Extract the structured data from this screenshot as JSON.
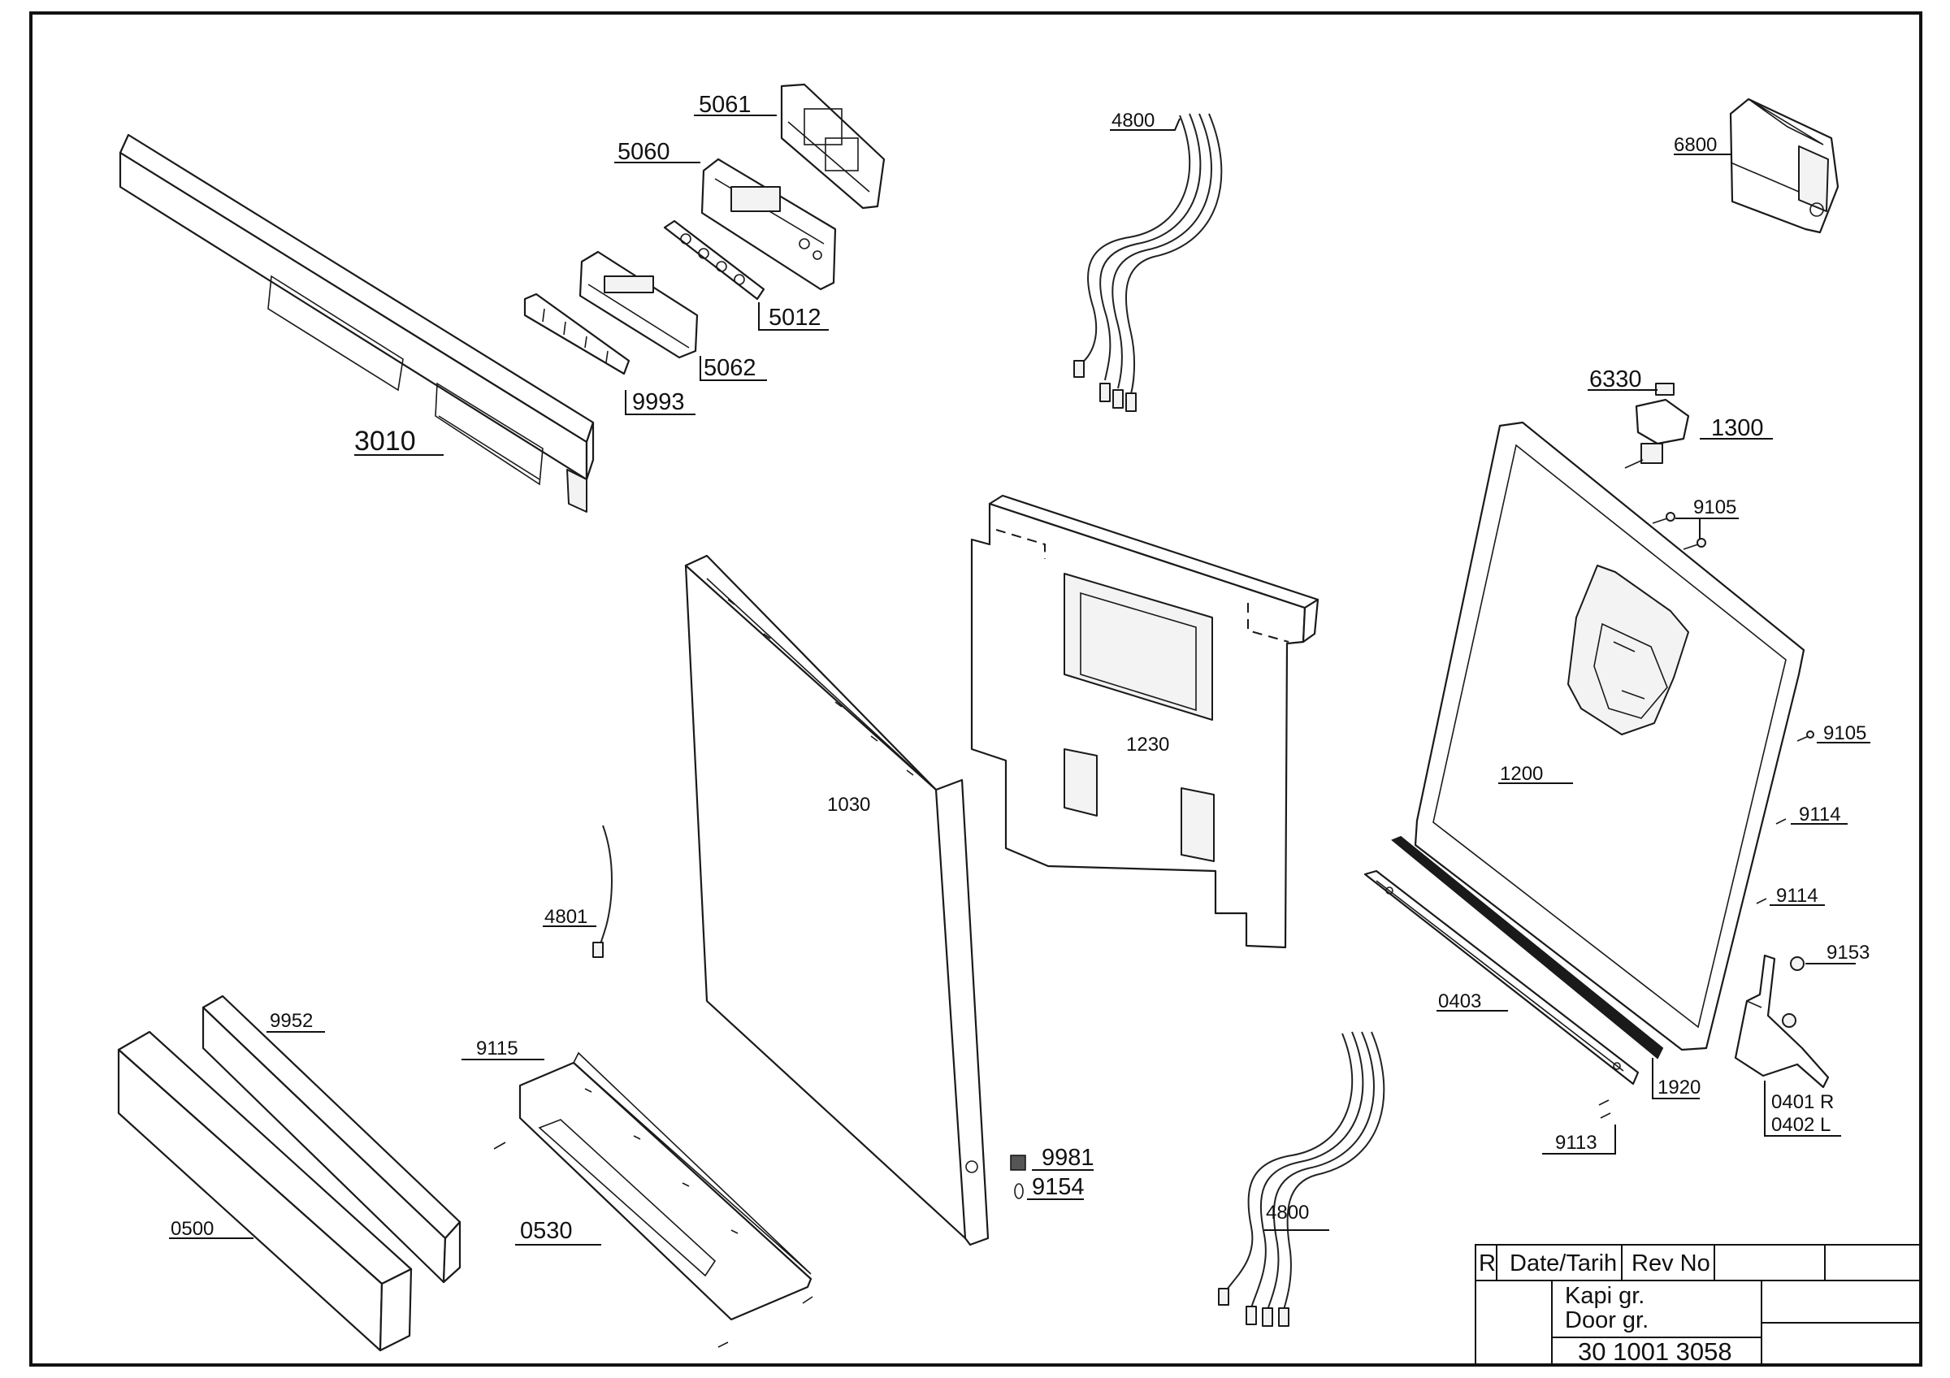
{
  "labels": {
    "p3010": "3010",
    "p5061": "5061",
    "p5060": "5060",
    "p5012": "5012",
    "p5062": "5062",
    "p9993": "9993",
    "p4800a": "4800",
    "p6800": "6800",
    "p6330": "6330",
    "p1300": "1300",
    "p9105a": "9105",
    "p9105b": "9105",
    "p1230": "1230",
    "p1030": "1030",
    "p1200": "1200",
    "p9114a": "9114",
    "p9114b": "9114",
    "p9153": "9153",
    "p4801": "4801",
    "p0403": "0403",
    "p1920": "1920",
    "p0401r": "0401 R",
    "p0402l": "0402 L",
    "p9113": "9113",
    "p9952": "9952",
    "p9115": "9115",
    "p0500": "0500",
    "p0530": "0530",
    "p9981": "9981",
    "p9154": "9154",
    "p4800b": "4800"
  },
  "title_block": {
    "rev_col": "R",
    "date_col": "Date/Tarih",
    "revno_col": "Rev No",
    "name_tr": "Kapi gr.",
    "name_en": "Door gr.",
    "doc_number": "30 1001 3058"
  }
}
